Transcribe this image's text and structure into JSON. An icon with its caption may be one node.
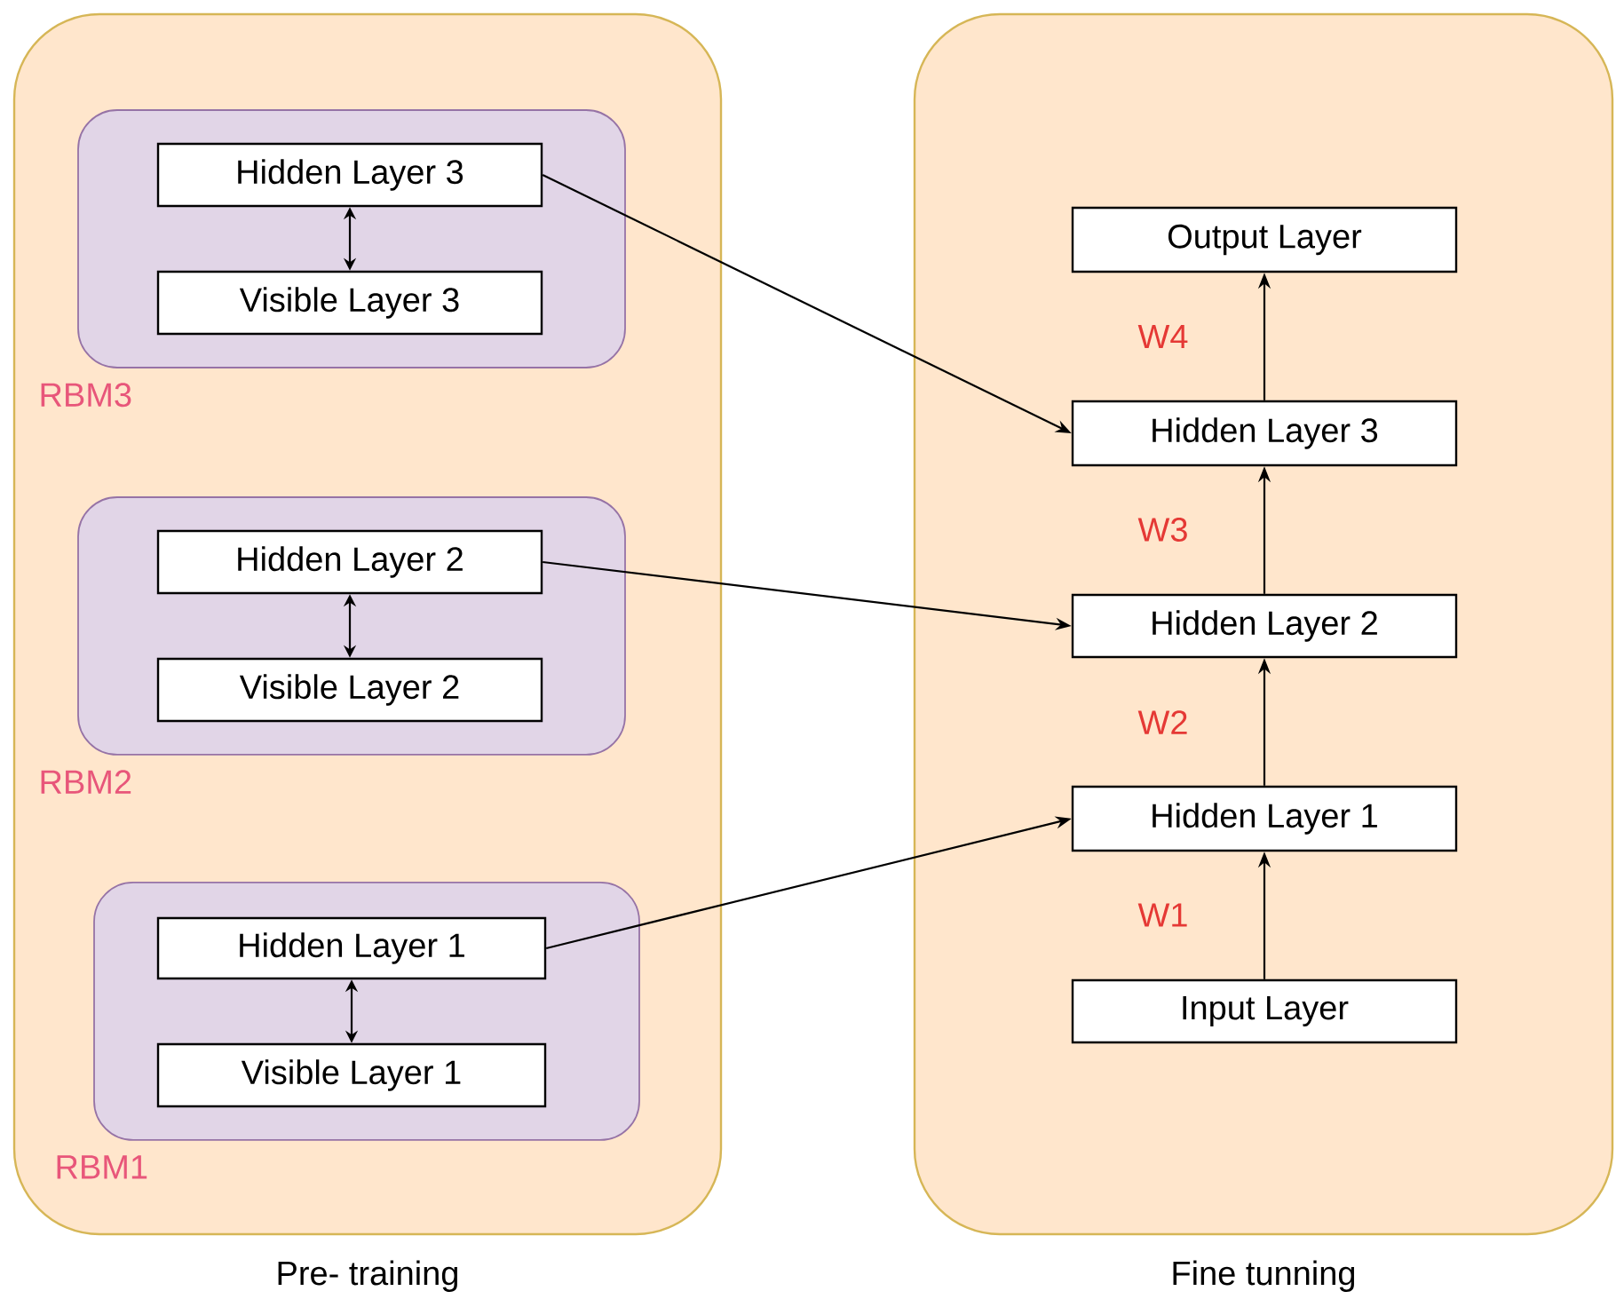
{
  "diagram": {
    "nodes": [
      {
        "text": [
          "Pre- training"
        ]
      },
      {
        "text": [
          "RBM3"
        ],
        "in": 0
      },
      {
        "text": [
          "Hidden Layer 3"
        ],
        "in": 1
      },
      {
        "text": [
          "Visible Layer 3"
        ],
        "in": 1
      },
      {
        "text": [
          "RBM2"
        ],
        "in": 0
      },
      {
        "text": [
          "Hidden Layer 2"
        ],
        "in": 4
      },
      {
        "text": [
          "Visible Layer 2"
        ],
        "in": 4
      },
      {
        "text": [
          "RBM1"
        ],
        "in": 0
      },
      {
        "text": [
          "Hidden Layer 1"
        ],
        "in": 7
      },
      {
        "text": [
          "Visible Layer 1"
        ],
        "in": 7
      },
      {
        "text": [
          "Fine tunning"
        ]
      },
      {
        "text": [
          "Output Layer"
        ],
        "in": 10
      },
      {
        "text": [
          "Hidden Layer 3"
        ],
        "in": 10
      },
      {
        "text": [
          "Hidden Layer 2"
        ],
        "in": 10
      },
      {
        "text": [
          "Hidden Layer 1"
        ],
        "in": 10
      },
      {
        "text": [
          "Input Layer"
        ],
        "in": 10
      }
    ],
    "edges": [
      {
        "from": 2,
        "to": 3,
        "arrow": "both"
      },
      {
        "from": 5,
        "to": 6,
        "arrow": "both"
      },
      {
        "from": 8,
        "to": 9,
        "arrow": "both"
      },
      {
        "from": 2,
        "to": 12,
        "arrow": "to"
      },
      {
        "from": 5,
        "to": 13,
        "arrow": "to"
      },
      {
        "from": 8,
        "to": 14,
        "arrow": "to"
      },
      {
        "from": 15,
        "to": 14,
        "arrow": "to",
        "label": "W1"
      },
      {
        "from": 14,
        "to": 13,
        "arrow": "to",
        "label": "W2"
      },
      {
        "from": 13,
        "to": 12,
        "arrow": "to",
        "label": "W3"
      },
      {
        "from": 12,
        "to": 11,
        "arrow": "to",
        "label": "W4"
      }
    ]
  }
}
